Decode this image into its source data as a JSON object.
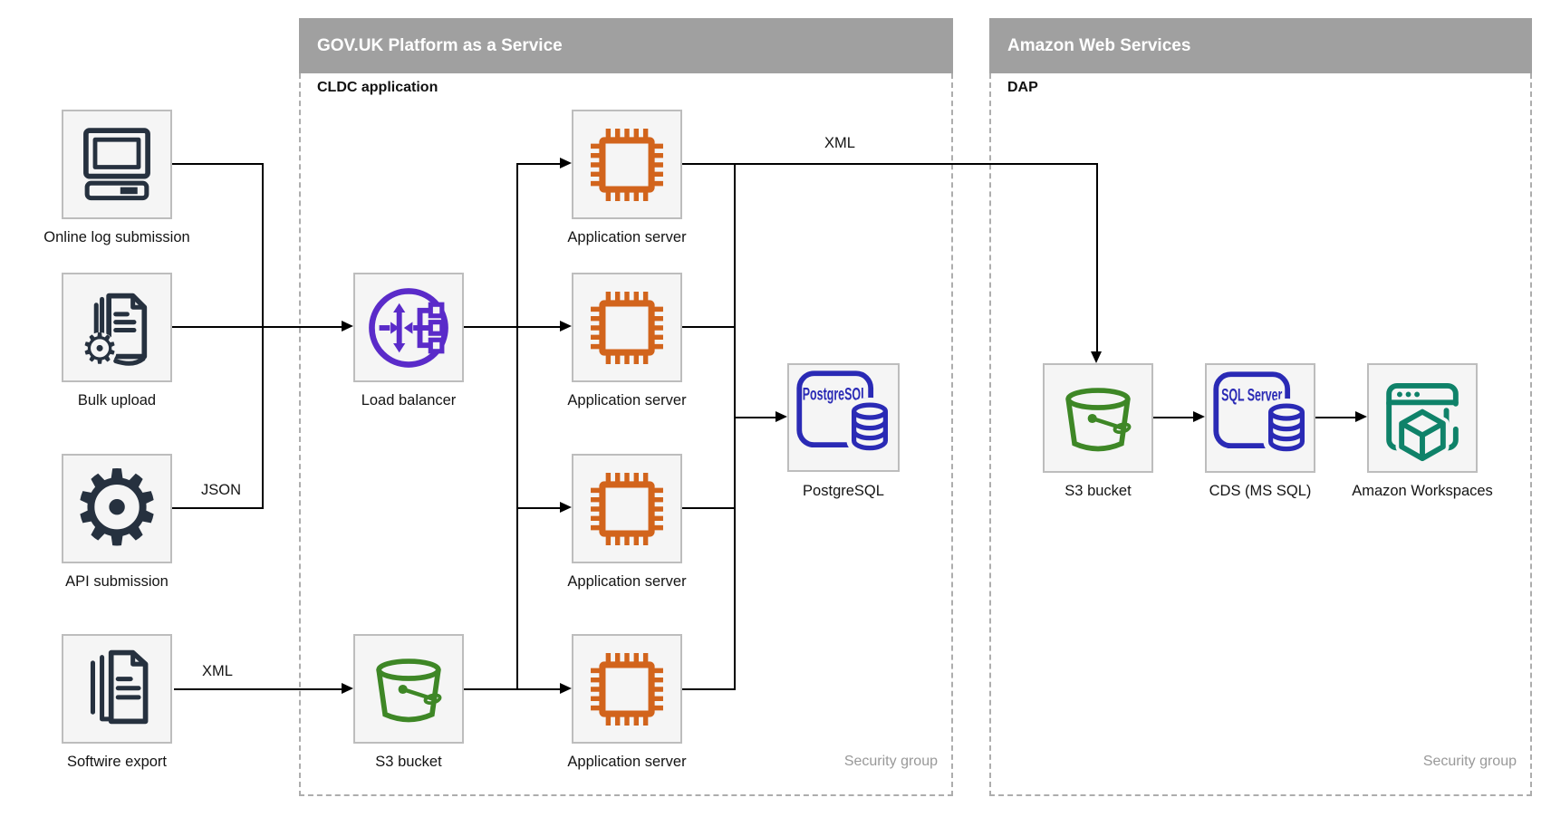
{
  "containers": {
    "govuk": {
      "title": "GOV.UK Platform as a Service",
      "sublabel": "CLDC application",
      "security_label": "Security group"
    },
    "aws": {
      "title": "Amazon Web Services",
      "sublabel": "DAP",
      "security_label": "Security group"
    }
  },
  "nodes": {
    "online_log": {
      "label": "Online log submission"
    },
    "bulk_upload": {
      "label": "Bulk upload"
    },
    "api_submission": {
      "label": "API submission"
    },
    "softwire_export": {
      "label": "Softwire export"
    },
    "load_balancer": {
      "label": "Load balancer"
    },
    "s3_govuk": {
      "label": "S3 bucket"
    },
    "app_server_1": {
      "label": "Application server"
    },
    "app_server_2": {
      "label": "Application server"
    },
    "app_server_3": {
      "label": "Application server"
    },
    "app_server_4": {
      "label": "Application server"
    },
    "postgresql": {
      "label": "PostgreSQL",
      "icon_text": "PostgreSQL"
    },
    "s3_aws": {
      "label": "S3 bucket"
    },
    "cds": {
      "label": "CDS (MS SQL)",
      "icon_text": "SQL Server"
    },
    "workspaces": {
      "label": "Amazon Workspaces"
    }
  },
  "edge_labels": {
    "json": "JSON",
    "xml_softwire": "XML",
    "xml_to_aws": "XML"
  },
  "icons": {
    "online_log": "computer-icon",
    "bulk_upload": "document-gear-icon",
    "api_submission": "gear-icon",
    "softwire_export": "documents-stack-icon",
    "load_balancer": "load-balancer-icon",
    "s3": "bucket-icon",
    "app_server": "chip-icon",
    "postgresql": "database-icon",
    "cds": "database-icon",
    "workspaces": "workspaces-icon"
  },
  "colors": {
    "header_bar": "#a0a0a0",
    "navy": "#26313f",
    "orange": "#d2641c",
    "purple": "#5a2bc9",
    "green": "#3e8726",
    "blue": "#2a2ab5",
    "teal": "#0f8269",
    "line": "#000000",
    "node_fill": "#f5f5f5",
    "node_border": "#bdbdbd",
    "dashed_border": "#adadad",
    "security_text": "#999999"
  }
}
